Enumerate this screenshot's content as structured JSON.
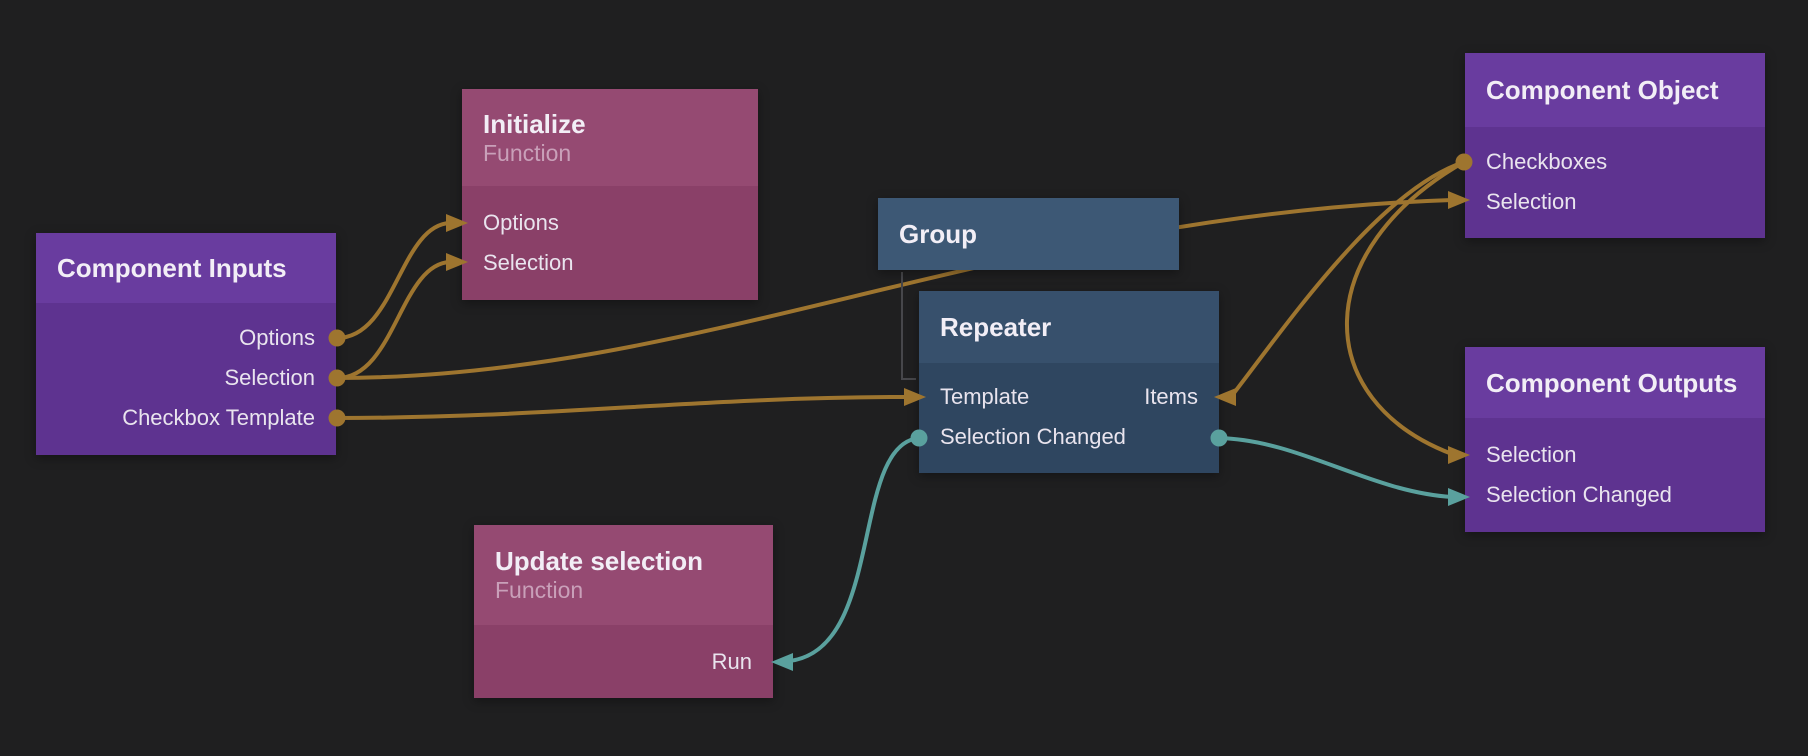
{
  "editor": {
    "type": "node-graph-canvas"
  },
  "colors": {
    "background": "#1f1f20",
    "connection_data": "#9e752f",
    "connection_signal": "#5aa19e",
    "hierarchy_line": "#47474b",
    "node_purple_header": "#693c9f",
    "node_purple_body": "#5e3390",
    "node_pink_header": "#954a72",
    "node_pink_body": "#8a4068",
    "node_blue_header": "#37506c",
    "node_blue_body": "#2f4660",
    "node_group_fill": "#3d5875",
    "title_text": "#f2eef6",
    "subtitle_text": "#c9a0b9",
    "port_text": "#e9e4ee"
  },
  "nodes": [
    {
      "title": "Component Inputs",
      "ports": [
        {
          "label": "Options",
          "side": "output"
        },
        {
          "label": "Selection",
          "side": "output"
        },
        {
          "label": "Checkbox Template",
          "side": "output"
        }
      ]
    },
    {
      "title": "Initialize",
      "subtitle": "Function",
      "ports": [
        {
          "label": "Options",
          "side": "input"
        },
        {
          "label": "Selection",
          "side": "input"
        }
      ]
    },
    {
      "title": "Group",
      "ports": []
    },
    {
      "title": "Repeater",
      "ports": [
        {
          "label": "Template",
          "side": "input"
        },
        {
          "label": "Items",
          "side": "input-right"
        },
        {
          "label": "Selection Changed",
          "side": "output-signal"
        }
      ]
    },
    {
      "title": "Component Object",
      "ports": [
        {
          "label": "Checkboxes",
          "side": "output"
        },
        {
          "label": "Selection",
          "side": "input"
        }
      ]
    },
    {
      "title": "Component Outputs",
      "ports": [
        {
          "label": "Selection",
          "side": "input"
        },
        {
          "label": "Selection Changed",
          "side": "input-signal"
        }
      ]
    },
    {
      "title": "Update selection",
      "subtitle": "Function",
      "ports": [
        {
          "label": "Run",
          "side": "input-right"
        }
      ]
    }
  ],
  "connections": [
    {
      "from": "Component Inputs.Options",
      "to": "Initialize.Options",
      "kind": "data"
    },
    {
      "from": "Component Inputs.Selection",
      "to": "Initialize.Selection",
      "kind": "data"
    },
    {
      "from": "Component Inputs.Selection",
      "to": "Component Object.Selection",
      "kind": "data"
    },
    {
      "from": "Component Inputs.Checkbox Template",
      "to": "Repeater.Template",
      "kind": "data"
    },
    {
      "from": "Component Object.Checkboxes",
      "to": "Repeater.Items",
      "kind": "data"
    },
    {
      "from": "Component Object.Checkboxes",
      "to": "Component Outputs.Selection",
      "kind": "data"
    },
    {
      "from": "Repeater.Selection Changed",
      "to": "Update selection.Run",
      "kind": "signal"
    },
    {
      "from": "Repeater.Selection Changed",
      "to": "Component Outputs.Selection Changed",
      "kind": "signal"
    },
    {
      "from": "Group",
      "to": "Repeater",
      "kind": "hierarchy"
    }
  ]
}
